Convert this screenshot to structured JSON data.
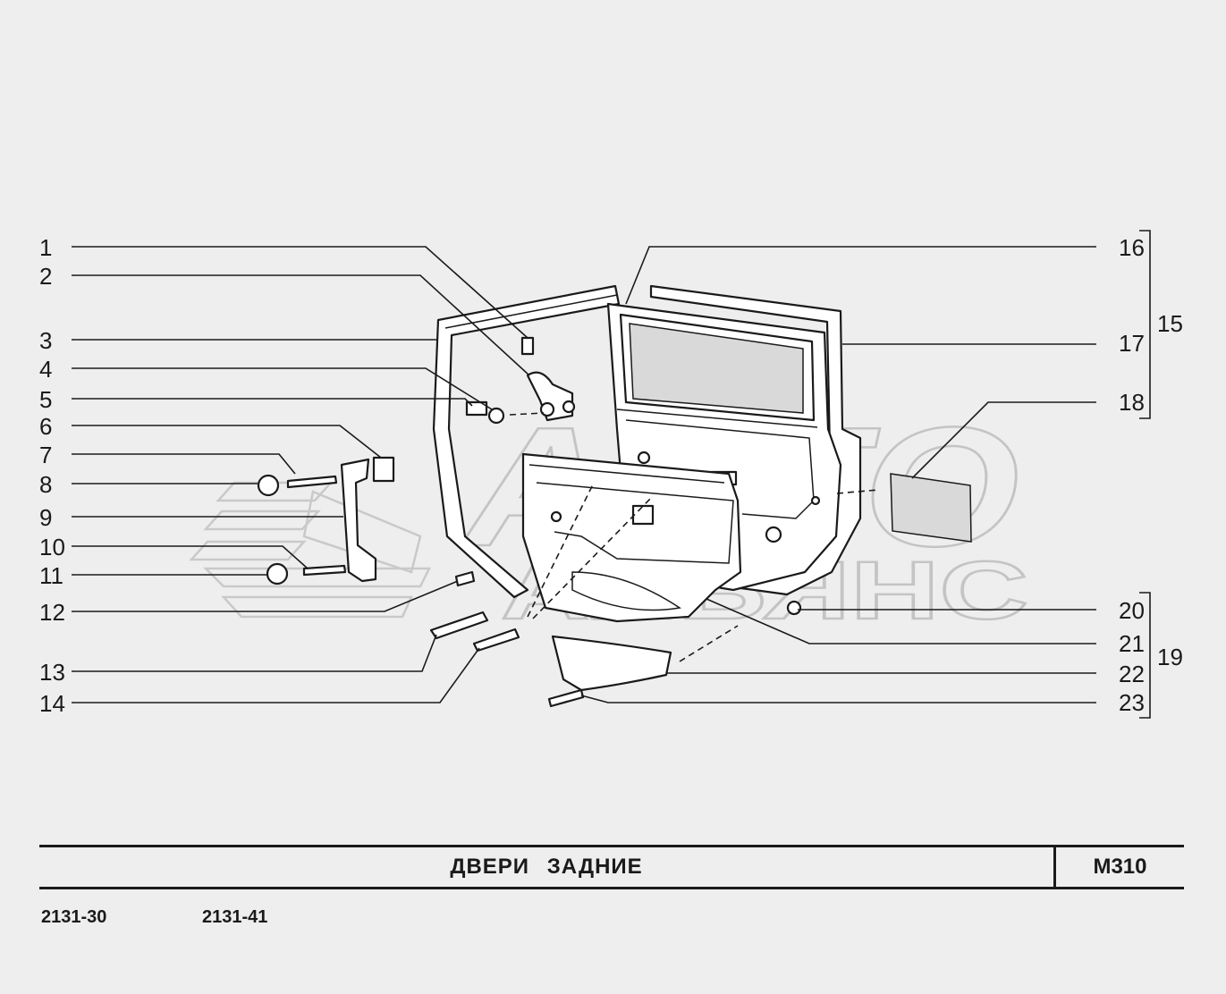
{
  "title": "ДВЕРИ   ЗАДНИЕ",
  "code": "M310",
  "models": [
    "2131-30",
    "2131-41"
  ],
  "watermark": {
    "line1": "АВТО",
    "line2": "АЛЬЯНС"
  },
  "callouts_left": [
    "1",
    "2",
    "3",
    "4",
    "5",
    "6",
    "7",
    "8",
    "9",
    "10",
    "11",
    "12",
    "13",
    "14"
  ],
  "callouts_right": [
    "16",
    "17",
    "18",
    "20",
    "21",
    "22",
    "23"
  ],
  "group_labels": [
    "15",
    "19"
  ]
}
